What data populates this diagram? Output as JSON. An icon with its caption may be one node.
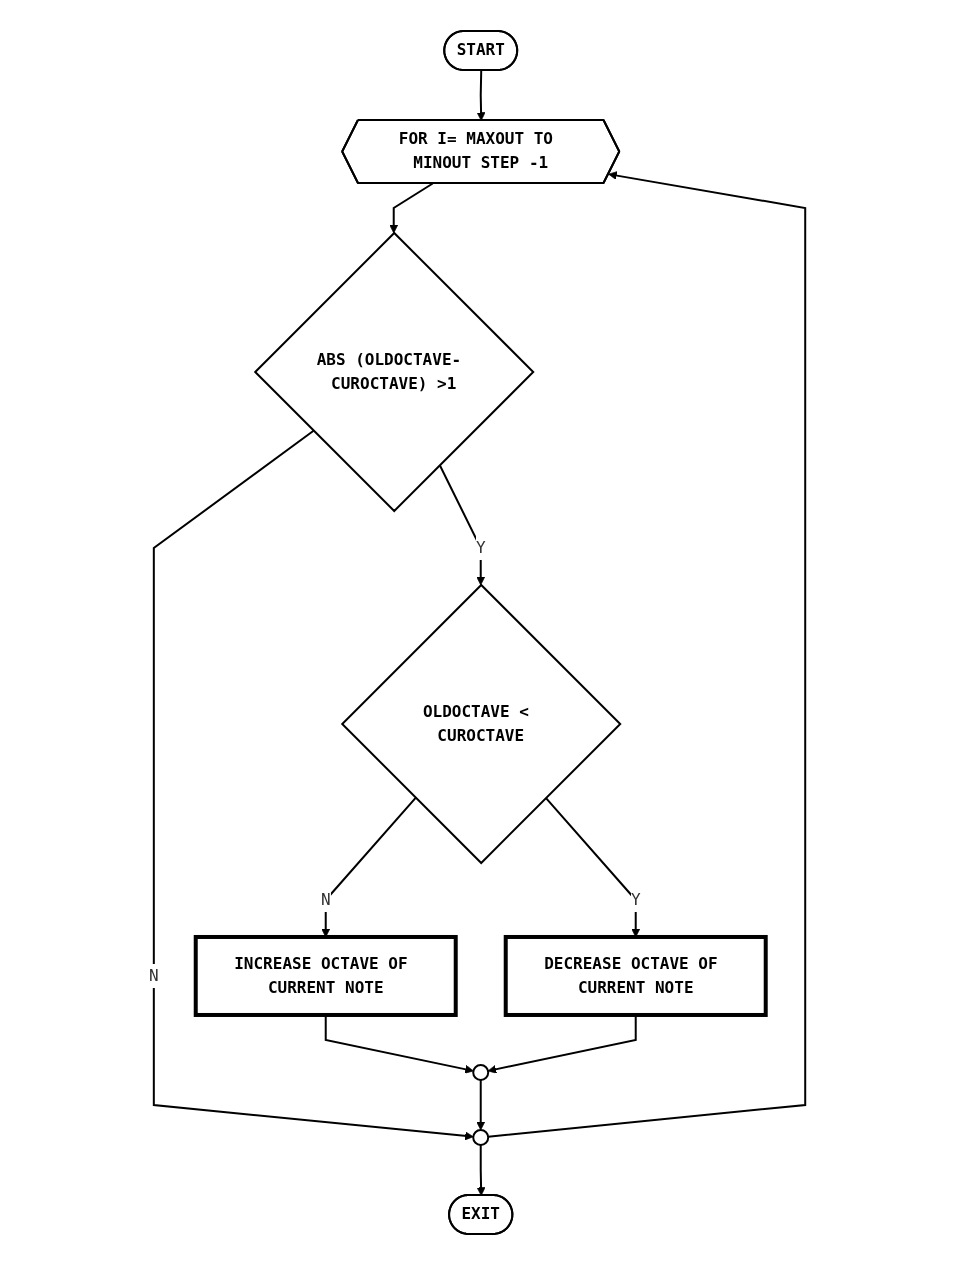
{
  "diagram": {
    "nodes": [
      {
        "text": [
          "START"
        ]
      },
      {
        "text": [
          "FOR I= MAXOUT TO MINOUT STEP -1"
        ]
      },
      {
        "text": [
          "ABS (OLDOCTAVE- CUROCTAVE) >1"
        ]
      },
      {
        "text": [
          "OLDOCTAVE < CUROCTAVE"
        ]
      },
      {
        "text": [
          "INCREASE OCTAVE OF CURRENT NOTE"
        ]
      },
      {
        "text": [
          "DECREASE OCTAVE OF CURRENT NOTE"
        ]
      },
      {
        "text": [],
        "shape": "circle"
      },
      {
        "text": [],
        "shape": "circle"
      },
      {
        "text": [
          "EXIT"
        ]
      }
    ],
    "edges": [
      {
        "from": 0,
        "to": 1,
        "arrow": "to"
      },
      {
        "from": 1,
        "to": 2,
        "arrow": "to"
      },
      {
        "from": 2,
        "to": 3,
        "arrow": "to",
        "label": "Y"
      },
      {
        "from": 2,
        "to": 7,
        "arrow": "to",
        "label": "N"
      },
      {
        "from": 3,
        "to": 4,
        "arrow": "to",
        "label": "N"
      },
      {
        "from": 3,
        "to": 5,
        "arrow": "to",
        "label": "Y"
      },
      {
        "from": 4,
        "to": 6,
        "arrow": "to"
      },
      {
        "from": 5,
        "to": 6,
        "arrow": "to"
      },
      {
        "from": 6,
        "to": 7,
        "arrow": "to"
      },
      {
        "from": 7,
        "to": 1,
        "arrow": "to"
      },
      {
        "from": 7,
        "to": 8,
        "arrow": "to"
      }
    ]
  }
}
